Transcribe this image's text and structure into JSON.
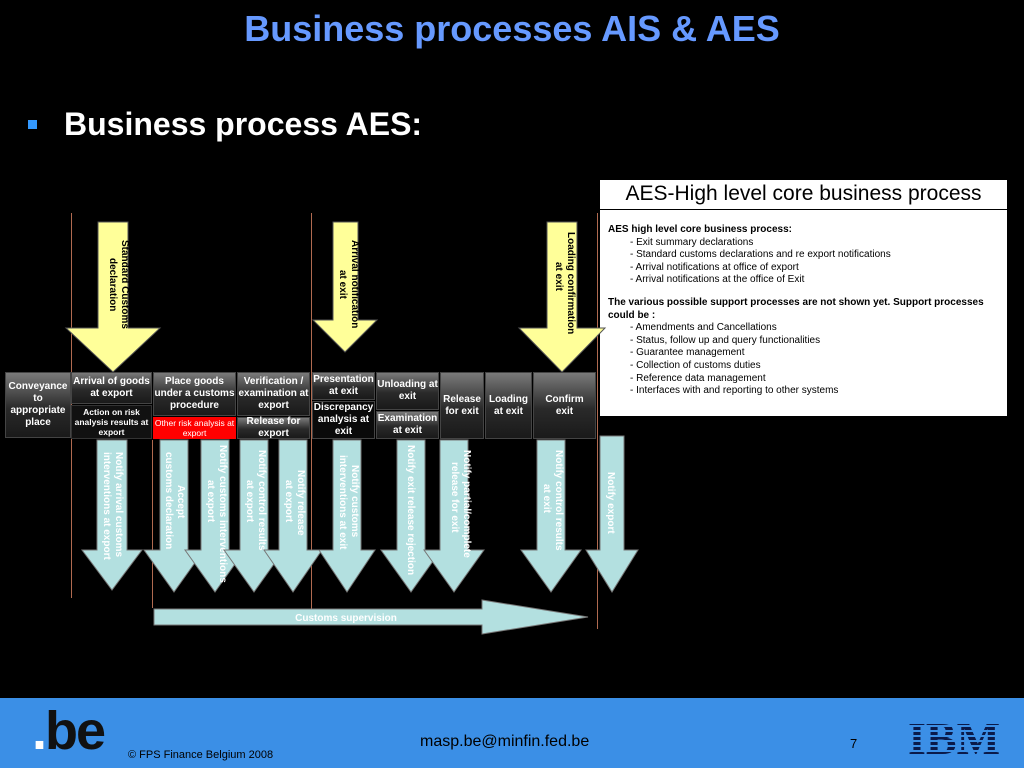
{
  "title": "Business processes AIS & AES",
  "bullet": "Business process AES:",
  "panel": {
    "title": "AES-High level core business process",
    "heading": "AES high level core business process:",
    "core_items": [
      "- Exit summary declarations",
      "- Standard customs declarations and re export notifications",
      "- Arrival notifications at office of export",
      "- Arrival notifications at the office of Exit"
    ],
    "support_heading": "The various possible support processes are not shown yet. Support processes could be :",
    "support_items": [
      "- Amendments and Cancellations",
      "- Status, follow up and query functionalities",
      "- Guarantee management",
      "- Collection of customs duties",
      "- Reference data management",
      "- Interfaces with and reporting to other systems"
    ]
  },
  "down_arrows": [
    [
      "Standard Customs",
      "declaration"
    ],
    [
      "Arrival notification",
      "at exit"
    ],
    [
      "Loading confirmation",
      "at exit"
    ]
  ],
  "process_boxes": {
    "conveyance": "Conveyance to appropriate place",
    "arrival": "Arrival of goods at export",
    "action": "Action on risk analysis results at export",
    "place": "Place goods under a customs procedure",
    "other_risk": "Other risk analysis at export",
    "verification": "Verification / examination at export",
    "release_export": "Release for export",
    "presentation": "Presentation at exit",
    "discrepancy": "Discrepancy analysis at exit",
    "unloading": "Unloading at exit",
    "examination": "Examination at exit",
    "release_exit": "Release for exit",
    "loading": "Loading at exit",
    "confirm": "Confirm exit"
  },
  "notify_arrows": [
    [
      "Notify arrival customs",
      "interventions at export"
    ],
    [
      "Accept",
      "customs declaration"
    ],
    [
      "Notify customs interventions",
      "at export"
    ],
    [
      "Notify control results",
      "at export"
    ],
    [
      "Notify release",
      "at export"
    ],
    [
      "Notify customs",
      "interventions at exit"
    ],
    [
      "Notify exit release rejection"
    ],
    [
      "Notify partial/complete",
      "release for exit"
    ],
    [
      "Notify control results",
      "at exit"
    ],
    [
      "Notify export"
    ]
  ],
  "supervision": "Customs supervision",
  "footer": {
    "logo_dot": ".",
    "logo_text": "be",
    "copyright": "© FPS Finance Belgium 2008",
    "email": "masp.be@minfin.fed.be",
    "page": "7",
    "brand": "IBM"
  },
  "colors": {
    "title": "#6699ff",
    "yellow_arrow": "#ffff99",
    "notify_arrow": "#b3e0e0",
    "risk_box": "#ff0000",
    "footer": "#3b8fe6"
  }
}
